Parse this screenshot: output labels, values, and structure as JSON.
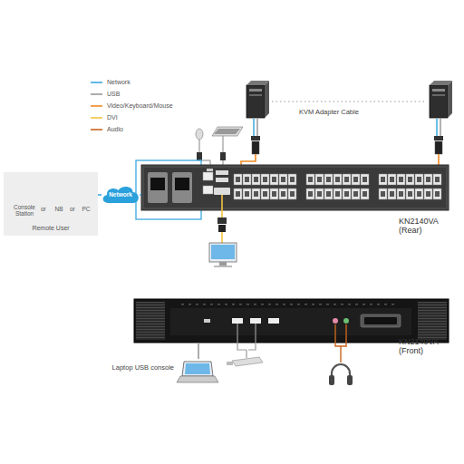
{
  "diagram": {
    "nodes": [
      {
        "text": [
          "Remote User"
        ]
      },
      {
        "text": [
          "Console Station"
        ],
        "in": 0
      },
      {
        "text": [
          "NB"
        ],
        "in": 0
      },
      {
        "text": [
          "PC"
        ],
        "in": 0
      },
      {
        "text": [
          "Network"
        ]
      },
      {
        "text": [
          "KN2140VA (Rear)"
        ]
      },
      {
        "text": [
          "KN2140VA (Front)"
        ]
      },
      {
        "text": [
          "Laptop USB console"
        ]
      }
    ],
    "edges": [
      {
        "from": 0,
        "to": 4,
        "arrow": "none"
      },
      {
        "from": 4,
        "to": 5,
        "arrow": "none"
      },
      {
        "from": 7,
        "to": 6,
        "arrow": "none"
      }
    ],
    "labels": [
      "KVM Adapter Cable",
      "or",
      "or"
    ],
    "legend": [
      {
        "text": "Network"
      },
      {
        "text": "USB"
      },
      {
        "text": "Video/Keyboard/Mouse"
      },
      {
        "text": "DVI"
      },
      {
        "text": "Audio"
      }
    ]
  }
}
